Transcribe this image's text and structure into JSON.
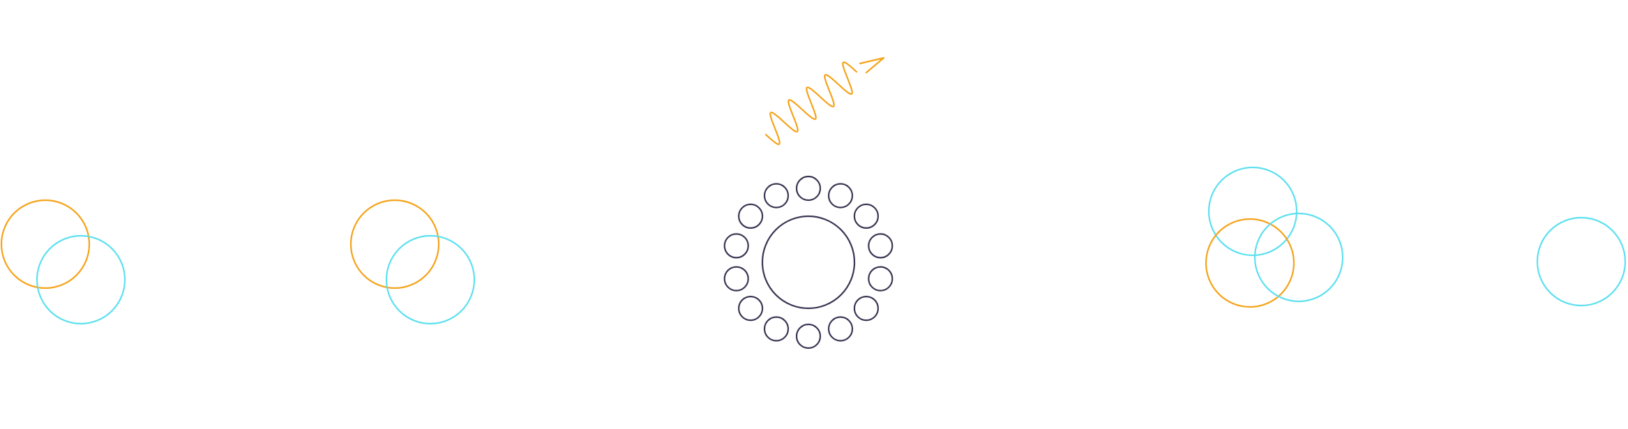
{
  "colors": {
    "orange": "#f5a31a",
    "cyan": "#5ee0ef",
    "navy": "#3a3653",
    "background": "#ffffff"
  },
  "diagram": {
    "groups": [
      {
        "name": "overlap-pair-1",
        "circles": [
          "orange",
          "cyan"
        ]
      },
      {
        "name": "overlap-pair-2",
        "circles": [
          "orange",
          "cyan"
        ]
      },
      {
        "name": "ring-cluster",
        "center": "navy",
        "satellites": 14,
        "satellite_color": "navy"
      },
      {
        "name": "triple-overlap",
        "circles": [
          "cyan",
          "orange",
          "cyan"
        ]
      },
      {
        "name": "single-circle",
        "circles": [
          "cyan"
        ]
      }
    ],
    "wave_arrow": {
      "color": "orange",
      "icon": "wavy-arrow-icon"
    }
  }
}
